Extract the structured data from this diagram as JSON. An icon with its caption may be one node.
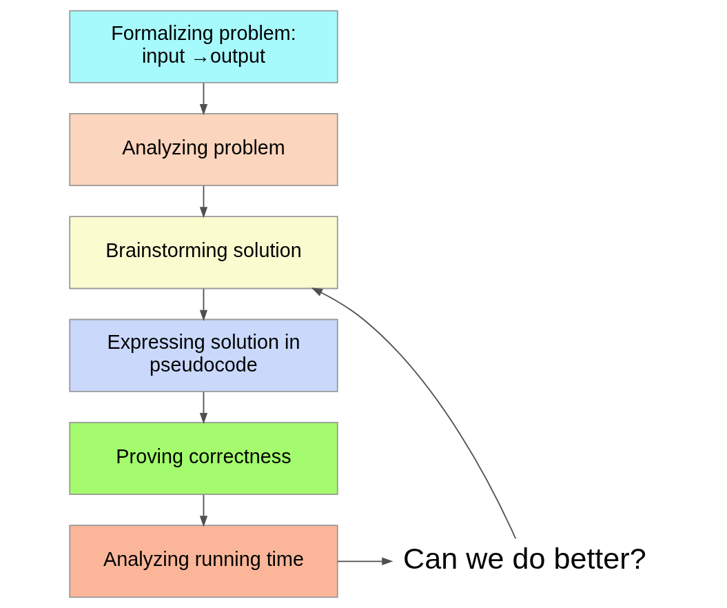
{
  "diagram": {
    "nodes": [
      {
        "text": [
          "Formalizing problem: input →output"
        ]
      },
      {
        "text": [
          "Analyzing problem"
        ]
      },
      {
        "text": [
          "Brainstorming solution"
        ]
      },
      {
        "text": [
          "Expressing solution in pseudocode"
        ]
      },
      {
        "text": [
          "Proving correctness"
        ]
      },
      {
        "text": [
          "Analyzing running time"
        ]
      },
      {
        "text": [
          "Can we do better?"
        ]
      }
    ],
    "edges": [
      {
        "from": 0,
        "to": 1,
        "arrow": "to"
      },
      {
        "from": 1,
        "to": 2,
        "arrow": "to"
      },
      {
        "from": 2,
        "to": 3,
        "arrow": "to"
      },
      {
        "from": 3,
        "to": 4,
        "arrow": "to"
      },
      {
        "from": 4,
        "to": 5,
        "arrow": "to"
      },
      {
        "from": 5,
        "to": 6,
        "arrow": "to"
      },
      {
        "from": 6,
        "to": 2,
        "arrow": "to"
      }
    ]
  }
}
